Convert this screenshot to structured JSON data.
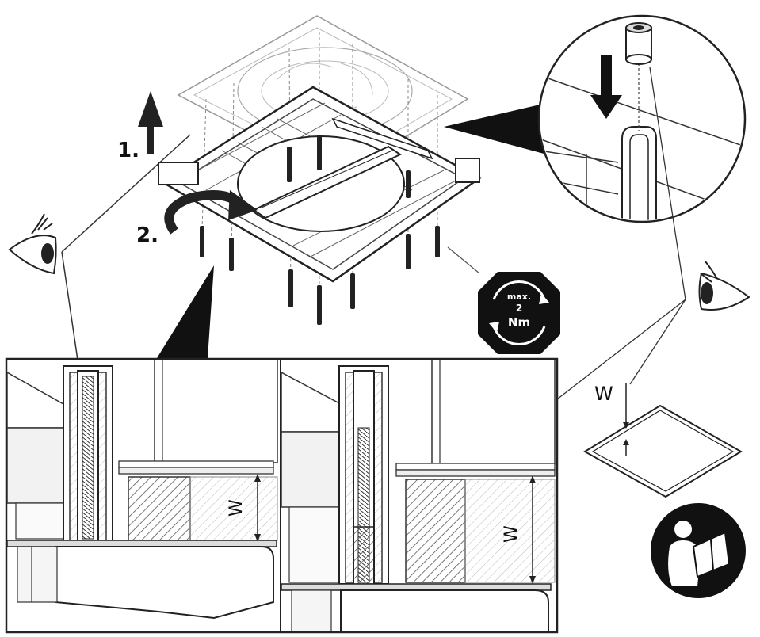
{
  "steps": {
    "step1": "1.",
    "step2": "2."
  },
  "torque": {
    "line1": "max.",
    "line2": "2",
    "line3": "Nm"
  },
  "dimension": {
    "label": "W"
  }
}
